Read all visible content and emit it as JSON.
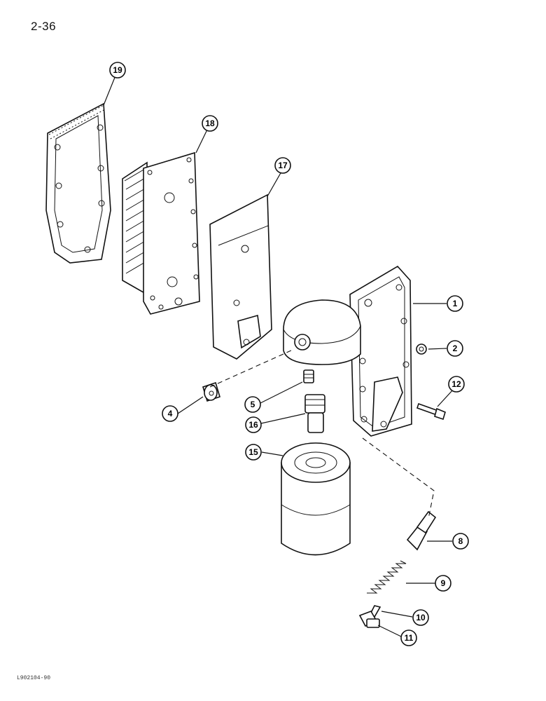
{
  "page_number": "2-36",
  "footer_code": "L902104-90",
  "callouts": [
    {
      "id": "19",
      "label": "19"
    },
    {
      "id": "18",
      "label": "18"
    },
    {
      "id": "17",
      "label": "17"
    },
    {
      "id": "1",
      "label": "1"
    },
    {
      "id": "2",
      "label": "2"
    },
    {
      "id": "12",
      "label": "12"
    },
    {
      "id": "4",
      "label": "4"
    },
    {
      "id": "5",
      "label": "5"
    },
    {
      "id": "16",
      "label": "16"
    },
    {
      "id": "15",
      "label": "15"
    },
    {
      "id": "8",
      "label": "8"
    },
    {
      "id": "9",
      "label": "9"
    },
    {
      "id": "10",
      "label": "10"
    },
    {
      "id": "11",
      "label": "11"
    }
  ]
}
